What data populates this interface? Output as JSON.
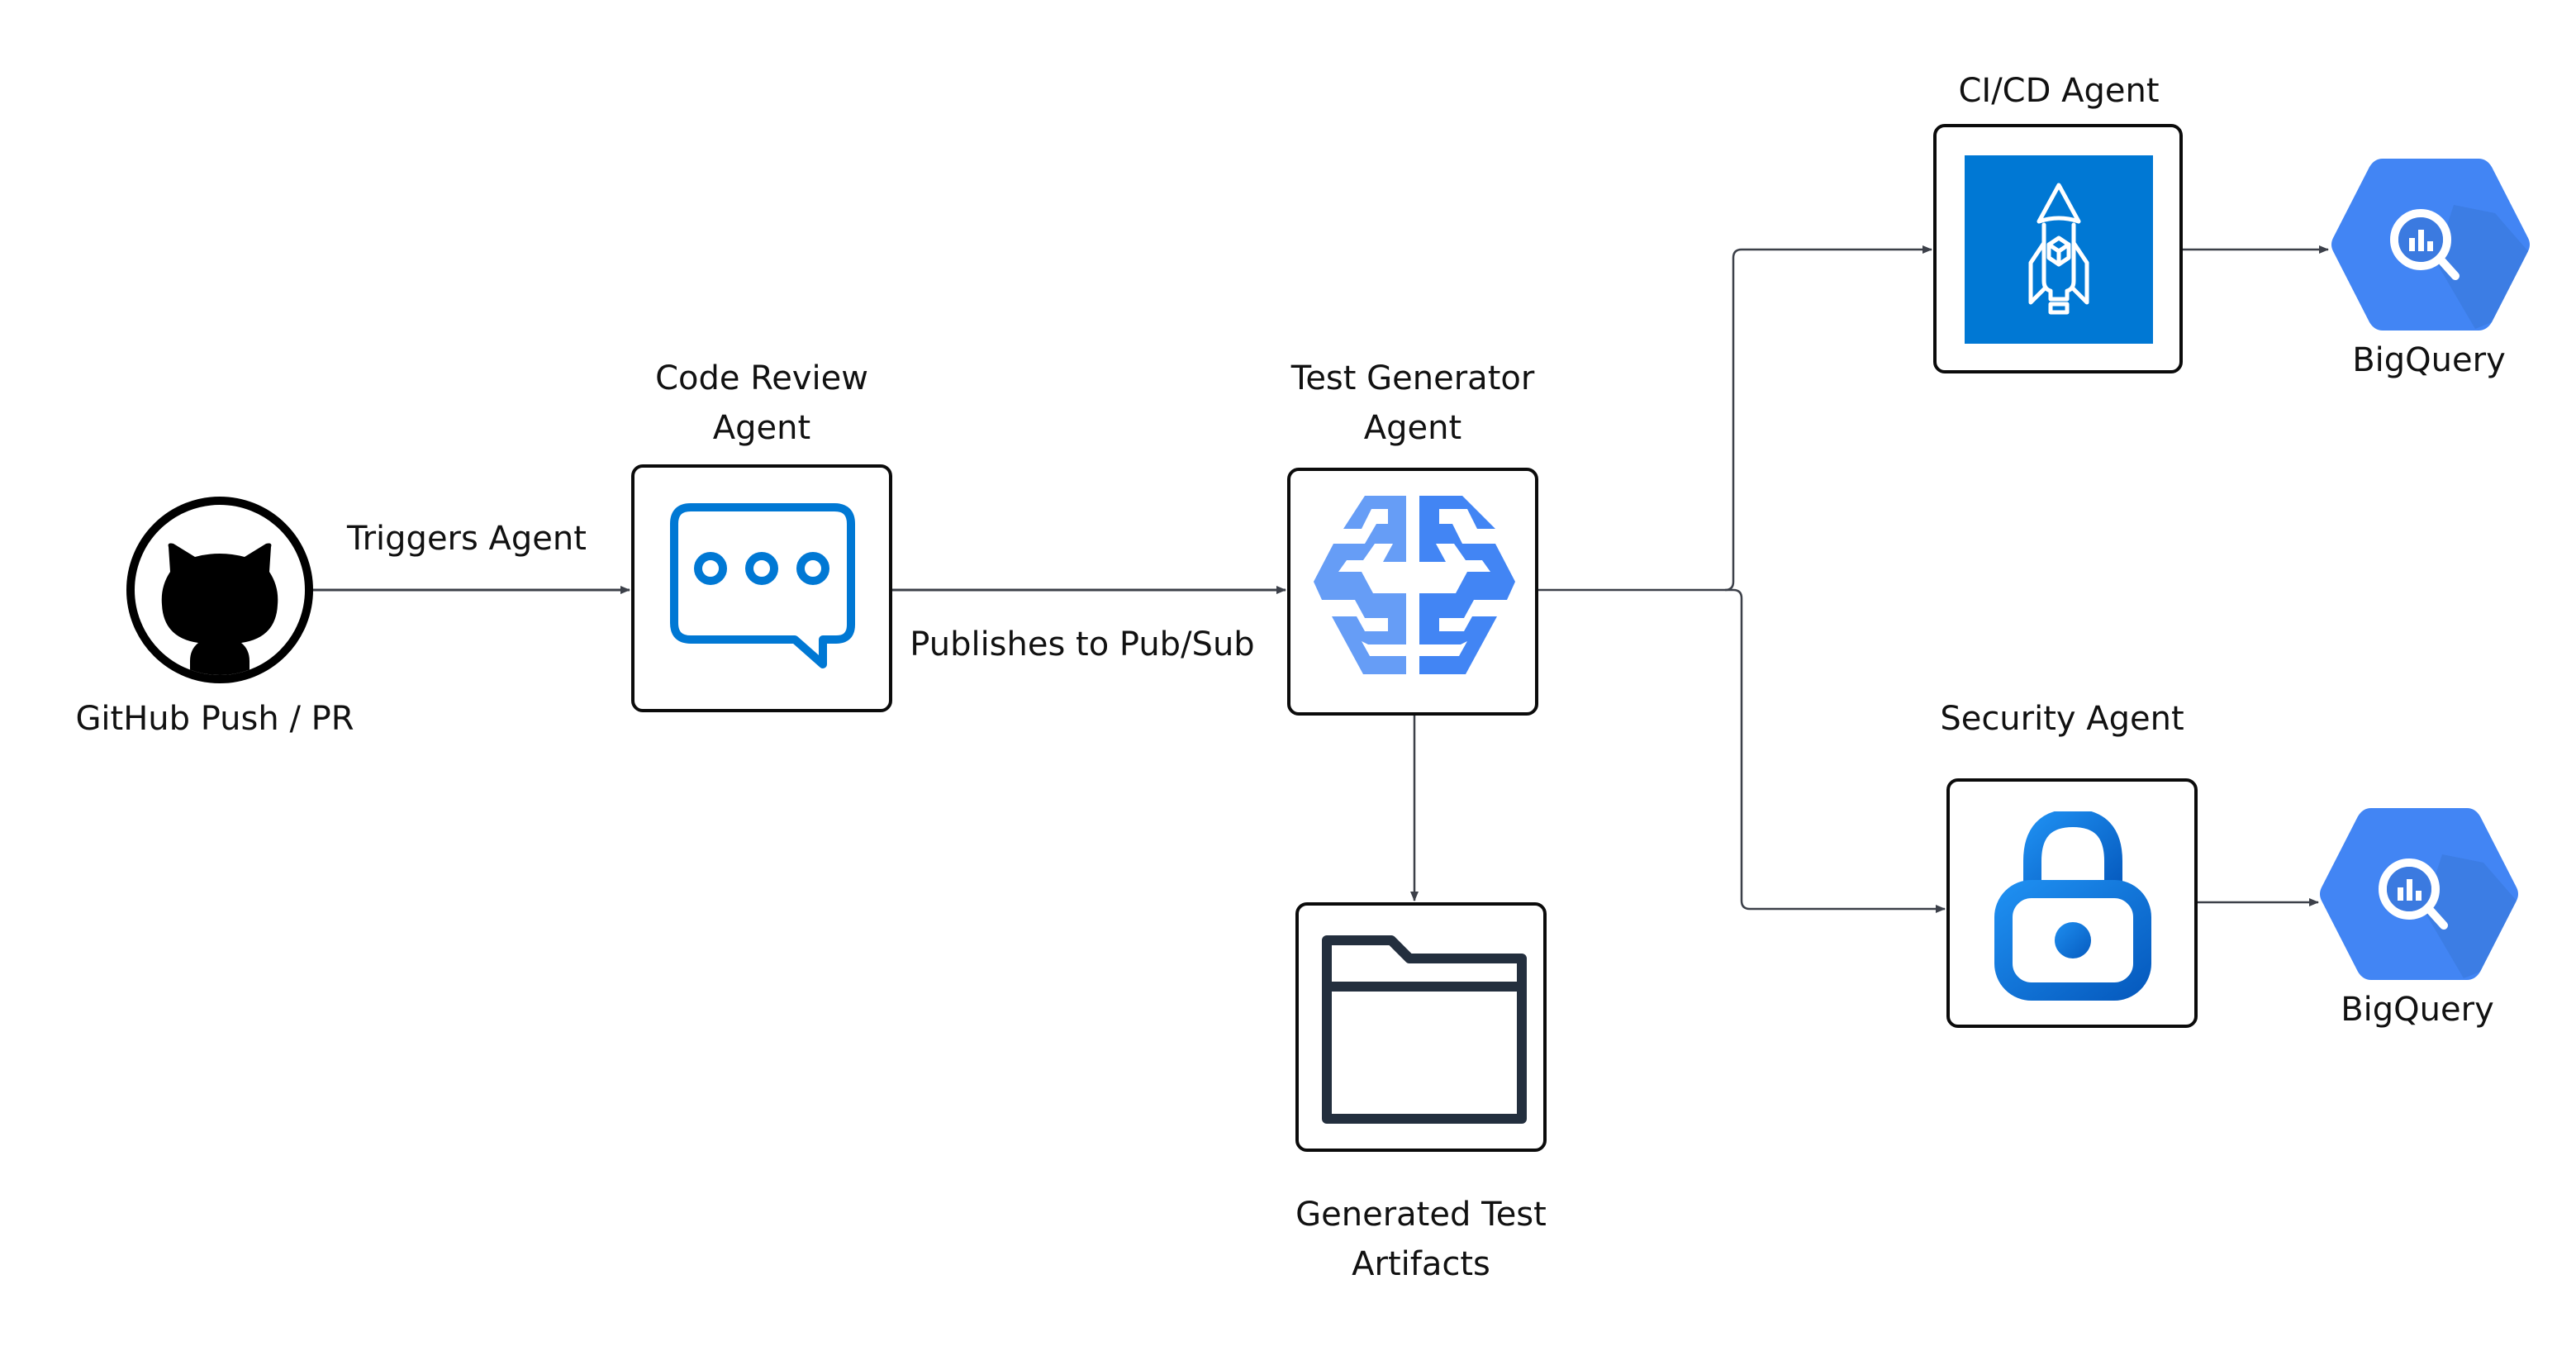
{
  "diagram": {
    "nodes": {
      "github": {
        "label": "GitHub Push / PR",
        "icon": "github-octocat-icon"
      },
      "code_review": {
        "label_lines": [
          "Code Review",
          "Agent"
        ],
        "icon": "chat-bubble-icon",
        "icon_color": "#0078d4"
      },
      "test_generator": {
        "label_lines": [
          "Test Generator",
          "Agent"
        ],
        "icon": "brain-ai-icon",
        "icon_colors": [
          "#669df6",
          "#4285f4"
        ]
      },
      "cicd": {
        "label": "CI/CD  Agent",
        "icon": "rocket-deploy-icon",
        "icon_bg": "#0078d4"
      },
      "bigquery_top": {
        "label": "BigQuery",
        "icon": "bigquery-icon",
        "icon_color": "#4285f4"
      },
      "security": {
        "label": "Security Agent",
        "icon": "lock-icon",
        "icon_color": "#1a73e8"
      },
      "bigquery_bottom": {
        "label": "BigQuery",
        "icon": "bigquery-icon",
        "icon_color": "#4285f4"
      },
      "artifacts": {
        "label_lines": [
          "Generated Test",
          "Artifacts"
        ],
        "icon": "folder-icon",
        "icon_color": "#232f3e"
      }
    },
    "edges": [
      {
        "from": "github",
        "to": "code_review",
        "label": "Triggers Agent"
      },
      {
        "from": "code_review",
        "to": "test_generator",
        "label": "Publishes to Pub/Sub"
      },
      {
        "from": "test_generator",
        "to": "cicd",
        "label": ""
      },
      {
        "from": "test_generator",
        "to": "security",
        "label": ""
      },
      {
        "from": "test_generator",
        "to": "artifacts",
        "label": ""
      },
      {
        "from": "cicd",
        "to": "bigquery_top",
        "label": ""
      },
      {
        "from": "security",
        "to": "bigquery_bottom",
        "label": ""
      }
    ],
    "colors": {
      "connector": "#3c4049",
      "box_border": "#0b0b0b"
    }
  }
}
